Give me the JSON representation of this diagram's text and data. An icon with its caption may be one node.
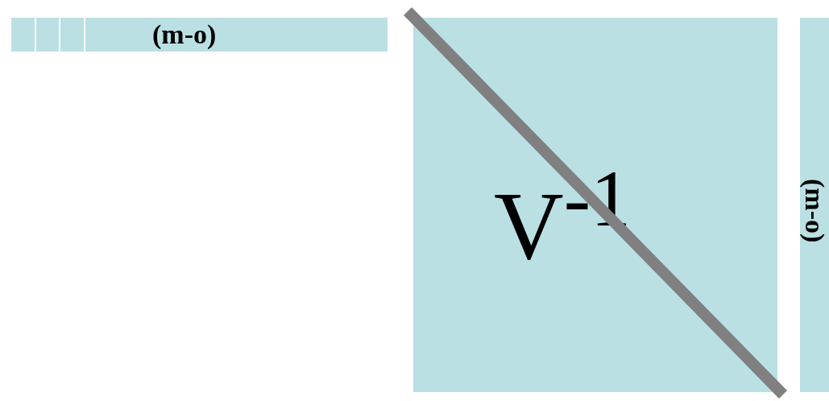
{
  "diagram": {
    "nodes": [
      {
        "text": [
          "(m-o)"
        ]
      },
      {
        "text": [
          "V$^{-1}$"
        ]
      },
      {
        "text": [
          "(m-o)"
        ]
      }
    ]
  }
}
